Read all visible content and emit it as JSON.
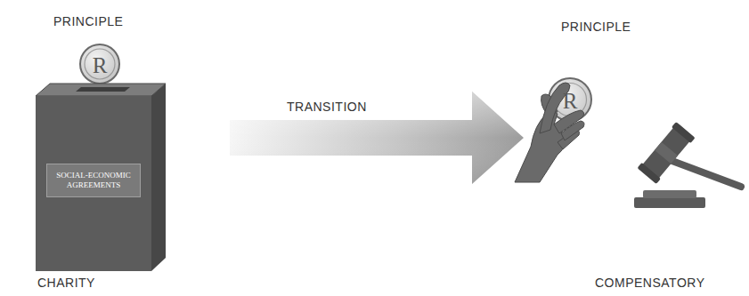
{
  "diagram": {
    "nodes": [
      {
        "text": [
          "CHARITY"
        ]
      },
      {
        "text": [
          "SOCIAL-ECONOMIC AGREEMENTS"
        ],
        "in": 0
      }
    ],
    "labels": [
      "PRINCIPLE",
      "R",
      "TRANSITION",
      "PRINCIPLE",
      "R",
      "COMPENSATORY"
    ]
  }
}
